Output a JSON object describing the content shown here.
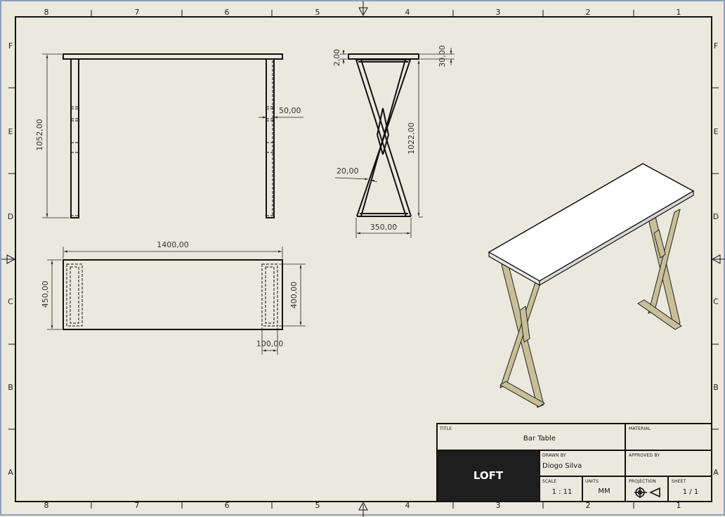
{
  "drawing": {
    "background_color": "#ebe9dd",
    "frame_color": "#111111",
    "leg_color": "#c8bf98",
    "top_color": "#ffffff",
    "logo_bg_color": "#1e1e1e"
  },
  "zones": {
    "columns_top": [
      "8",
      "7",
      "6",
      "5",
      "4",
      "3",
      "2",
      "1"
    ],
    "columns_bottom": [
      "8",
      "7",
      "6",
      "5",
      "4",
      "3",
      "2",
      "1"
    ],
    "rows_left": [
      "F",
      "E",
      "D",
      "C",
      "B",
      "A"
    ],
    "rows_right": [
      "F",
      "E",
      "D",
      "C",
      "B",
      "A"
    ]
  },
  "views": {
    "front": {
      "height_dim": "1052,00",
      "leg_width_dim": "50,00"
    },
    "side": {
      "top_thickness_dim": "2,00",
      "top_height_dim": "30,00",
      "leg_height_dim": "1022,00",
      "bar_width_dim": "20,00",
      "base_width_dim": "350,00"
    },
    "top": {
      "length_dim": "1400,00",
      "width_dim": "450,00",
      "leg_depth_dim": "400,00",
      "leg_foot_dim": "100,00"
    },
    "isometric": {
      "label": "isometric-view"
    }
  },
  "title_block": {
    "title_label": "TITLE",
    "title_value": "Bar Table",
    "material_label": "MATERIAL",
    "material_value": "",
    "logo": "LOFT",
    "drawn_by_label": "DRAWN BY",
    "drawn_by_value": "Diogo Silva",
    "approved_by_label": "APPROVED BY",
    "approved_by_value": "",
    "scale_label": "SCALE",
    "scale_value": "1 : 11",
    "units_label": "UNITS",
    "units_value": "MM",
    "projection_label": "PROJECTION",
    "projection_icon": "first-angle-projection-icon",
    "sheet_label": "SHEET",
    "sheet_value": "1 / 1"
  }
}
